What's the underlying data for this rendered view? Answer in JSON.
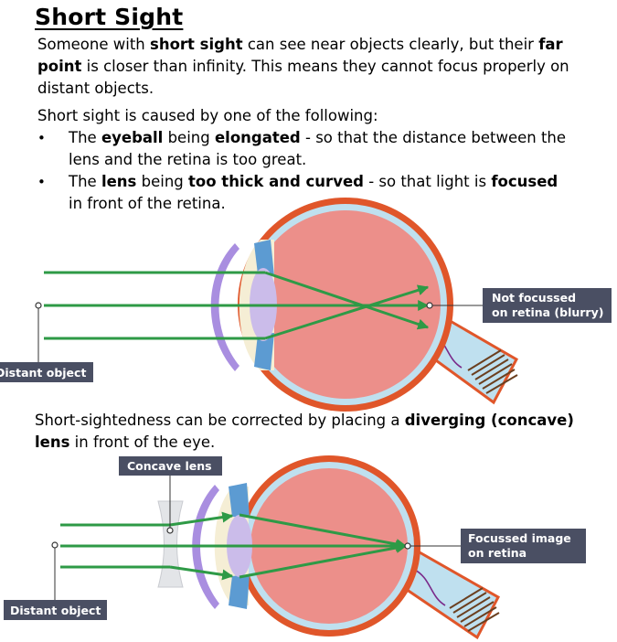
{
  "title": "Short Sight",
  "intro": {
    "t1": "Someone with ",
    "b1": "short sight",
    "t2": " can see near objects clearly, but their ",
    "b2": "far point",
    "t3": " is closer than infinity. This means they cannot focus properly on distant objects."
  },
  "causes_intro": "Short sight is caused by one of the following:",
  "bullet1": {
    "t1": "The ",
    "b1": "eyeball",
    "t2": " being ",
    "b2": "elongated",
    "t3": " - so that the distance between the lens and the retina is too great."
  },
  "bullet2": {
    "t1": "The ",
    "b1": "lens",
    "t2": " being ",
    "b2": "too thick and curved",
    "t3": " - so that light is ",
    "b3": "focused",
    "t4": " in front of the retina."
  },
  "bullet_symbol": "•",
  "correction": {
    "t1": "Short-sightedness can be corrected by placing a ",
    "b1": "diverging (concave) lens",
    "t2": " in front of the eye."
  },
  "diagram1": {
    "label_object": "Distant object",
    "label_result_line1": "Not focussed",
    "label_result_line2": "on retina (blurry)"
  },
  "diagram2": {
    "label_lens": "Concave lens",
    "label_object": "Distant object",
    "label_result_line1": "Focussed image",
    "label_result_line2": "on retina"
  },
  "colors": {
    "ray": "#2e9a46",
    "sclera": "#e0562a",
    "vitreous": "#ec8f8a",
    "cornea": "#a98ee0",
    "lens": "#cbbcea",
    "aqueous": "#f5eed5",
    "iris": "#5c9bd2",
    "label_bg": "#4a4f63"
  }
}
